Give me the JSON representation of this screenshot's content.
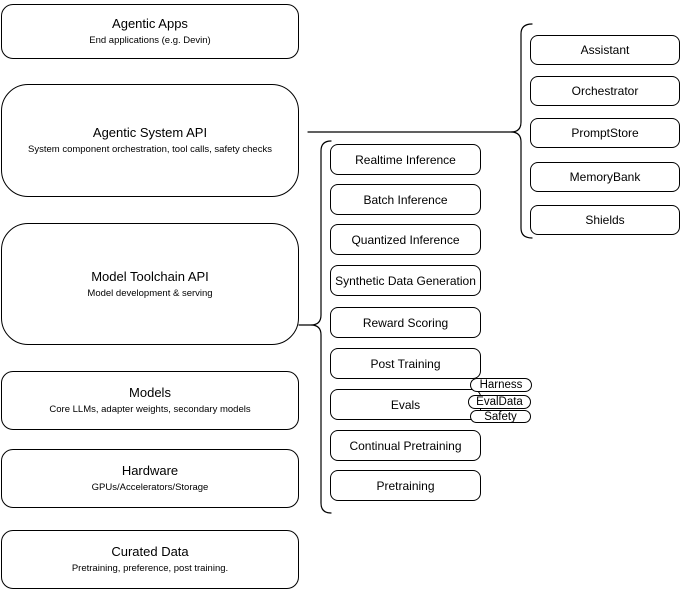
{
  "title": "Agentic system architecture diagram",
  "colors": {
    "background": "#ffffff",
    "node_fill": "#ffffff",
    "node_stroke": "#000000",
    "text": "#000000"
  },
  "left_column": [
    {
      "title": "Agentic Apps",
      "subtitle": "End applications (e.g. Devin)"
    },
    {
      "title": "Agentic System API",
      "subtitle": "System component orchestration, tool calls, safety checks"
    },
    {
      "title": "Model Toolchain API",
      "subtitle": "Model development & serving"
    },
    {
      "title": "Models",
      "subtitle": "Core LLMs, adapter weights, secondary models"
    },
    {
      "title": "Hardware",
      "subtitle": "GPUs/Accelerators/Storage"
    },
    {
      "title": "Curated Data",
      "subtitle": "Pretraining, preference, post training."
    }
  ],
  "toolchain_items": [
    "Realtime Inference",
    "Batch Inference",
    "Quantized Inference",
    "Synthetic Data Generation",
    "Reward Scoring",
    "Post Training",
    "Evals",
    "Continual Pretraining",
    "Pretraining"
  ],
  "eval_tags": [
    "Harness",
    "EvalData",
    "Safety"
  ],
  "system_components": [
    "Assistant",
    "Orchestrator",
    "PromptStore",
    "MemoryBank",
    "Shields"
  ]
}
